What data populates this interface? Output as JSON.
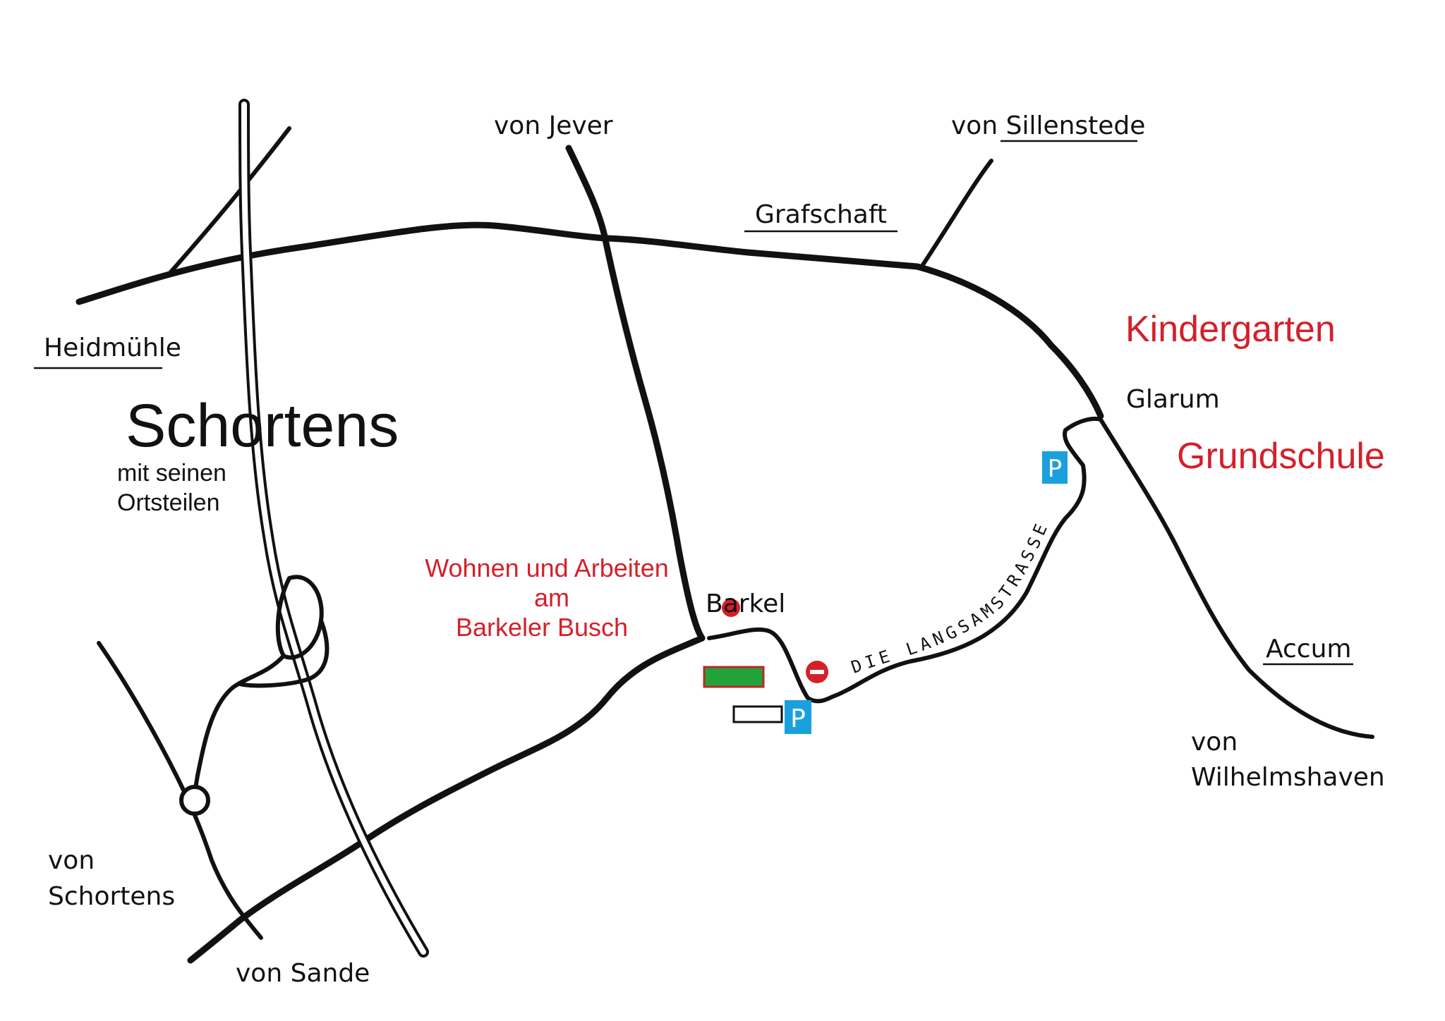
{
  "labels": {
    "von_jever": "von Jever",
    "von_sillenstede_prefix": "von ",
    "von_sillenstede_place": "Sillenstede",
    "grafschaft": "Grafschaft",
    "heidmuehle": "Heidmühle",
    "schortens": "Schortens",
    "mit_seinen": "mit seinen",
    "ortsteilen": "Ortsteilen",
    "kindergarten": "Kindergarten",
    "glarum": "Glarum",
    "grundschule": "Grundschule",
    "wohnen_line1": "Wohnen und Arbeiten",
    "wohnen_line2": "am",
    "wohnen_line3": "Barkeler Busch",
    "barkel": "Barkel",
    "langsamstrasse": "DIE LANGSAMSTRASSE",
    "accum": "Accum",
    "von_wilhelmshaven_line1": "von",
    "von_wilhelmshaven_line2": "Wilhelmshaven",
    "von_schortens_line1": "von",
    "von_schortens_line2": "Schortens",
    "von_sande": "von Sande",
    "parking_symbol": "P"
  },
  "colors": {
    "accent_red": "#d4202a",
    "parking_blue": "#1aa0dd",
    "area_green": "#22a33a",
    "road": "#111111"
  }
}
